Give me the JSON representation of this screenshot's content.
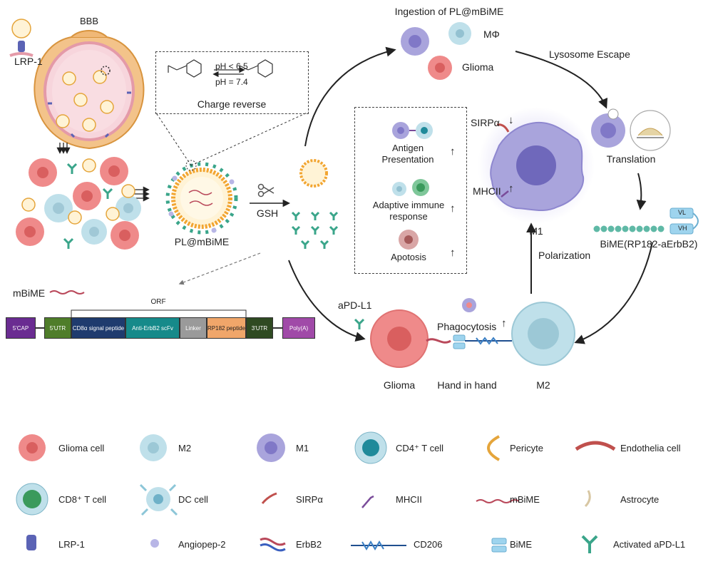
{
  "labels": {
    "bbb": "BBB",
    "lrp1_top": "LRP-1",
    "ph_acid": "pH < 6.5",
    "ph_neutral": "pH = 7.4",
    "charge_reverse": "Charge reverse",
    "nanoparticle": "PL@mBiME",
    "gsh": "GSH",
    "ingestion": "Ingestion of PL@mBiME",
    "macrophage": "MΦ",
    "glioma_top": "Glioma",
    "lysosome_escape": "Lysosome Escape",
    "translation": "Translation",
    "bime_full": "BiME(RP182-aErbB2)",
    "vl": "VL",
    "vh": "VH",
    "sirpa_m1": "SIRPα",
    "mhcii_m1": "MHCII",
    "m1": "M1",
    "polarization": "Polarization",
    "m2": "M2",
    "glioma_bottom": "Glioma",
    "hand_in_hand": "Hand in hand",
    "phagocytosis": "Phagocytosis",
    "apdl1": "aPD-L1",
    "mbime": "mBiME",
    "orf": "ORF"
  },
  "effects": [
    {
      "label": "Antigen\nPresentation",
      "direction": "up"
    },
    {
      "label": "Adaptive immune\nresponse",
      "direction": "up"
    },
    {
      "label": "Apotosis",
      "direction": "up"
    }
  ],
  "construct": [
    {
      "label": "5'CAP",
      "color": "#6a2c91"
    },
    {
      "label": "5'UTR",
      "color": "#4f7d2a"
    },
    {
      "label": "CD8α signal peptide",
      "color": "#1f3b6e"
    },
    {
      "label": "Anti-ErbB2 scFv",
      "color": "#168a8a"
    },
    {
      "label": "Linker",
      "color": "#9a9a9a"
    },
    {
      "label": "RP182 peptide",
      "color": "#f0a66a"
    },
    {
      "label": "3'UTR",
      "color": "#2f4a22"
    },
    {
      "label": "Poly(A)",
      "color": "#a04aa8"
    }
  ],
  "legend": [
    {
      "label": "Glioma cell",
      "icon": "glioma-cell-icon"
    },
    {
      "label": "M2",
      "icon": "m2-cell-icon"
    },
    {
      "label": "M1",
      "icon": "m1-cell-icon"
    },
    {
      "label": "CD4⁺ T cell",
      "icon": "cd4-t-cell-icon"
    },
    {
      "label": "Pericyte",
      "icon": "pericyte-icon"
    },
    {
      "label": "Endothelia cell",
      "icon": "endothelial-cell-icon"
    },
    {
      "label": "CD8⁺ T cell",
      "icon": "cd8-t-cell-icon"
    },
    {
      "label": "DC cell",
      "icon": "dc-cell-icon"
    },
    {
      "label": "SIRPα",
      "icon": "sirpa-icon"
    },
    {
      "label": "MHCII",
      "icon": "mhcii-icon"
    },
    {
      "label": "mBiME",
      "icon": "mbime-icon"
    },
    {
      "label": "Astrocyte",
      "icon": "astrocyte-icon"
    },
    {
      "label": "LRP-1",
      "icon": "lrp1-icon"
    },
    {
      "label": "Angiopep-2",
      "icon": "angiopep2-icon"
    },
    {
      "label": "ErbB2",
      "icon": "erbb2-icon"
    },
    {
      "label": "CD206",
      "icon": "cd206-icon"
    },
    {
      "label": "BiME",
      "icon": "bime-icon"
    },
    {
      "label": "Activated aPD-L1",
      "icon": "activated-apdl1-icon"
    }
  ],
  "colors": {
    "glioma": "#ef8a8a",
    "m1": "#a9a4dc",
    "m2": "#bfe0ea",
    "nanoparticle_shell": "#f2a531",
    "antibody": "#3aa58a",
    "arrow": "#222222"
  }
}
